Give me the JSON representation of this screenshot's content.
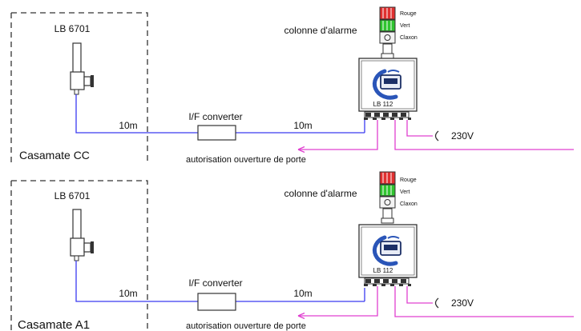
{
  "colors": {
    "signal_wire": "#3a3af0",
    "alarm_wire": "#e040d0",
    "red_lamp": "#e03030",
    "green_lamp": "#2fc42f",
    "logo_blue": "#2a55b8",
    "outline": "#333333"
  },
  "icons": [
    "detector-icon",
    "alarm-column-icon",
    "lb112-logo-icon",
    "converter-box-icon"
  ],
  "sections": [
    {
      "casemate_label": "Casamate CC",
      "detector_label": "LB 6701",
      "alarm_column_label": "colonne d'alarme",
      "lamp_labels": [
        "Rouge",
        "Vert",
        "Claxon"
      ],
      "monitor_label": "LB 112",
      "converter_label": "I/F converter",
      "cable_left_length": "10m",
      "cable_right_length": "10m",
      "door_label": "autorisation ouverture de porte",
      "power_label": "230V"
    },
    {
      "casemate_label": "Casamate A1",
      "detector_label": "LB 6701",
      "alarm_column_label": "colonne d'alarme",
      "lamp_labels": [
        "Rouge",
        "Vert",
        "Claxon"
      ],
      "monitor_label": "LB 112",
      "converter_label": "I/F converter",
      "cable_left_length": "10m",
      "cable_right_length": "10m",
      "door_label": "autorisation ouverture de porte",
      "power_label": "230V"
    }
  ]
}
